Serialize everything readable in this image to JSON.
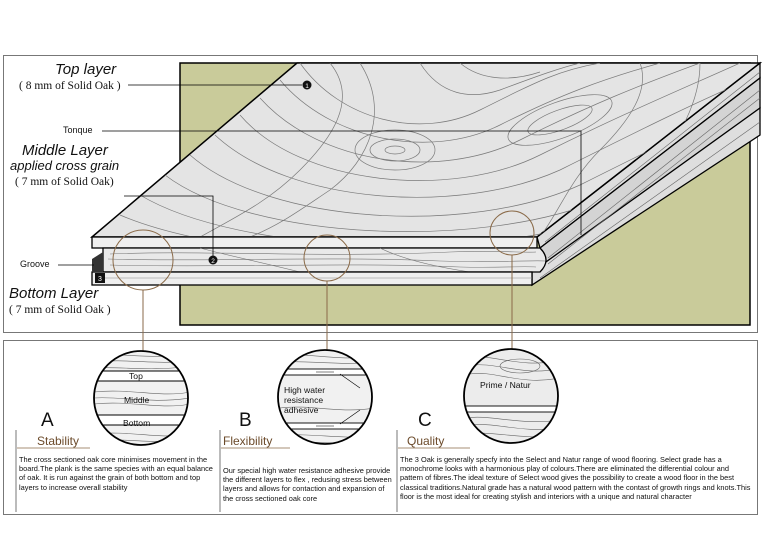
{
  "top_layer": {
    "title": "Top layer",
    "spec": "( 8 mm of Solid Oak )"
  },
  "tonque": "Tonque",
  "middle_layer": {
    "title": "Middle Layer",
    "subtitle": "applied cross grain",
    "spec": "( 7 mm of Solid Oak)"
  },
  "groove": "Groove",
  "bottom_layer": {
    "title": "Bottom Layer",
    "spec": "( 7 mm of Solid Oak )"
  },
  "markers": [
    "1",
    "2",
    "3"
  ],
  "zoom_labels": {
    "top": "Top",
    "middle": "Middle",
    "bottom": "Bottom",
    "adhesive": "High water\nresistance\nadhesive",
    "prime": "Prime / Natur"
  },
  "columns": [
    {
      "letter": "A",
      "title": "Stability",
      "text": "The cross sectioned oak core minimises movement in the board.The plank is the same species with an equal balance of oak. It is run against the grain of both bottom and top layers to increase overall stability"
    },
    {
      "letter": "B",
      "title": "Flexibility",
      "text": "Our special high water resistance adhesive provide the different layers to flex , redusing stress between layers and allows for contaction and expansion of the cross sectioned oak core"
    },
    {
      "letter": "C",
      "title": "Quality",
      "text": "The 3 Oak is generally specfy into the Select and Natur range of wood flooring. Select grade has a monochrome looks with a harmonious play of colours.There are eliminated the differential colour and pattern of fibres.The ideal texture of Select wood gives the possibility to create a wood floor in the best classical traditions.Natural grade has a natural wood pattern with the contast of growth rings and knots.This floor is the most ideal for creating stylish and interiors with a unique and natural character"
    }
  ],
  "colors": {
    "backdrop": "#c9cb9a",
    "plank": "#e4e4e4",
    "accent": "#8a6a48",
    "title": "#6b4a2a"
  }
}
